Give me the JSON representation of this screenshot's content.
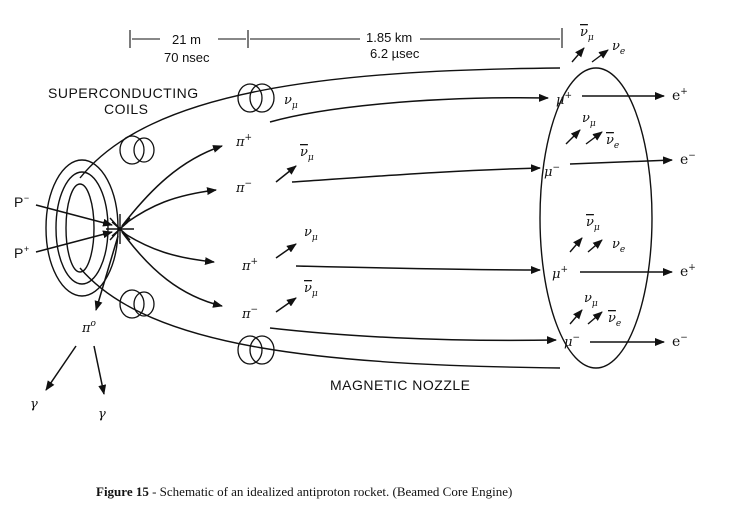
{
  "dimensions": {
    "segment1_distance": "21 m",
    "segment1_time": "70 nsec",
    "segment2_distance": "1.85 km",
    "segment2_time": "6.2 µsec"
  },
  "labels": {
    "coils": [
      "SUPERCONDUCTING",
      "COILS"
    ],
    "nozzle": "MAGNETIC NOZZLE"
  },
  "particles": {
    "proton_minus": "P",
    "proton_plus": "P",
    "pion_zero": "π",
    "gamma": "γ",
    "pion": "π",
    "muon": "μ",
    "neutrino": "ν",
    "electron": "e"
  },
  "caption": {
    "figure_label": "Figure 15",
    "text": " - Schematic of an idealized antiproton rocket. (Beamed Core Engine)"
  }
}
